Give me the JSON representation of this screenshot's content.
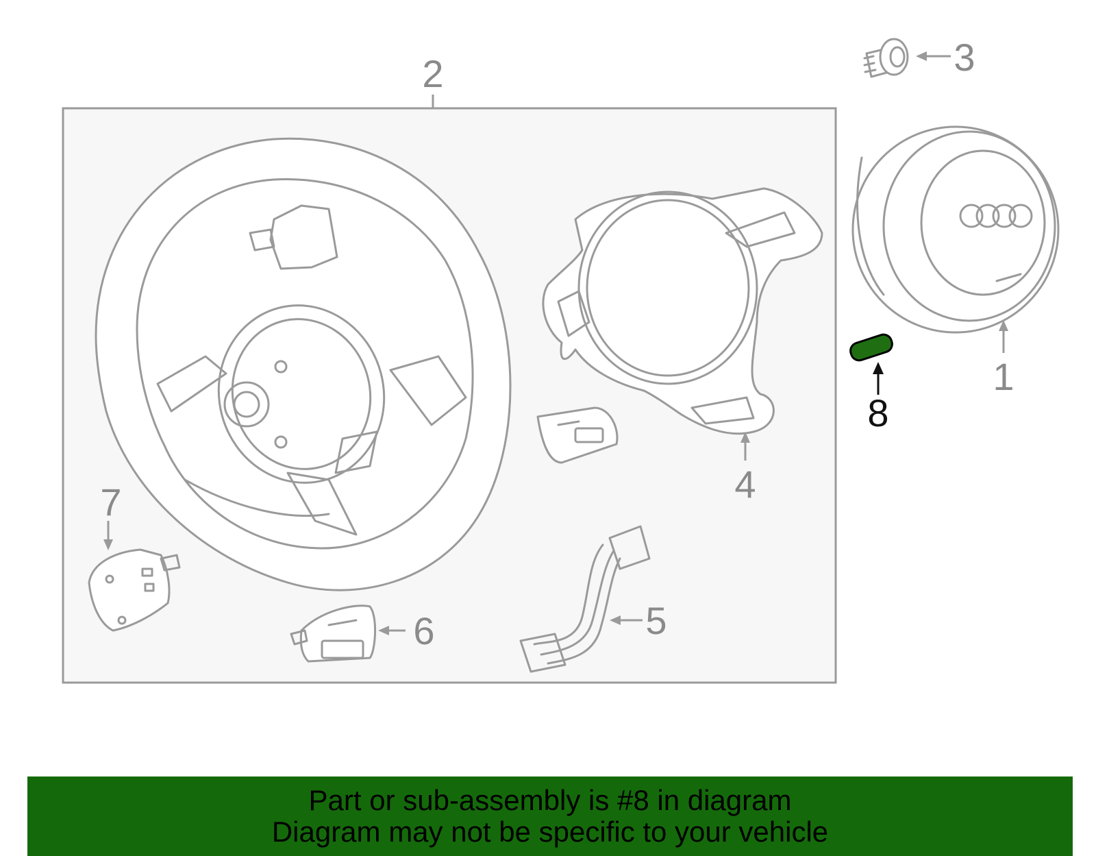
{
  "callouts": {
    "c1": "1",
    "c2": "2",
    "c3": "3",
    "c4": "4",
    "c5": "5",
    "c6": "6",
    "c7": "7",
    "c8": "8"
  },
  "highlight": {
    "part_number": "8",
    "color": "#1f6f12"
  },
  "banner": {
    "line1": "Part or sub-assembly is #8 in diagram",
    "line2": "Diagram may not be specific to your vehicle",
    "background": "#146a0a"
  }
}
